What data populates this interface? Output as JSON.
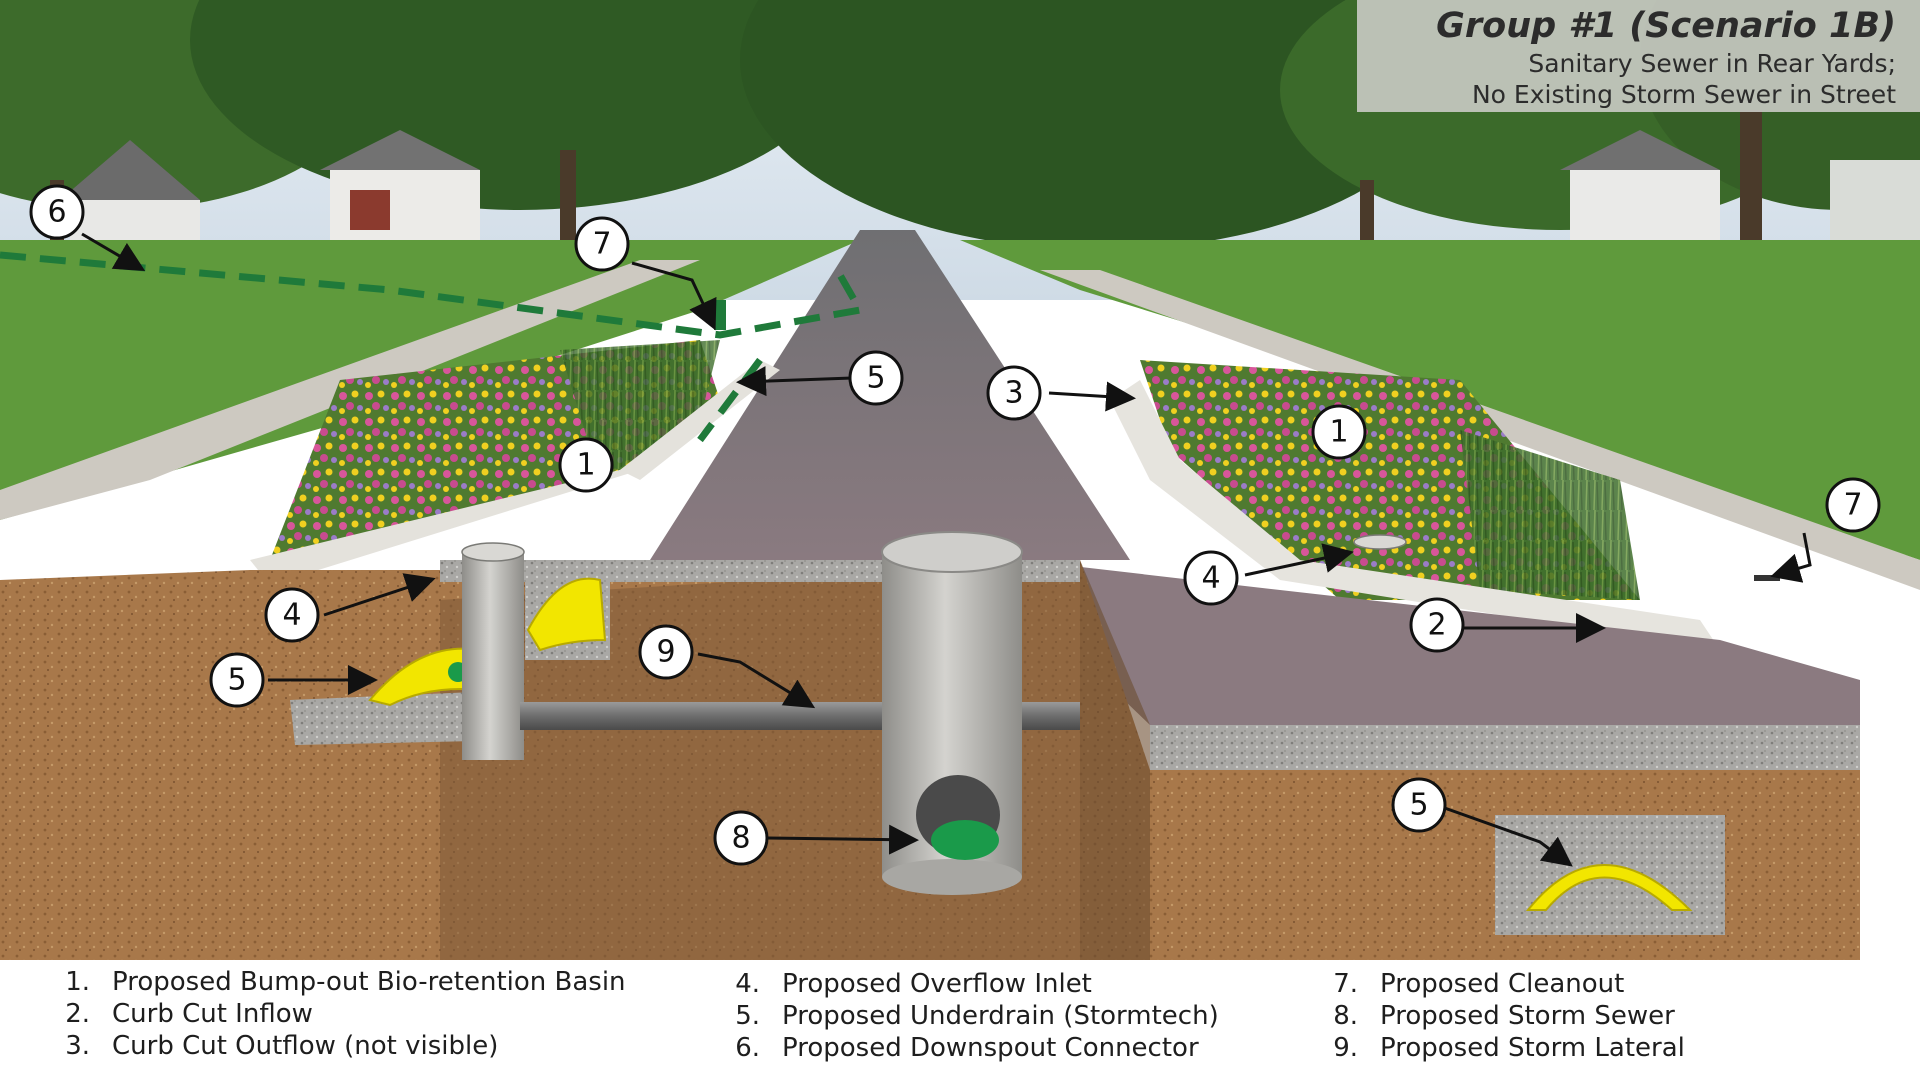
{
  "title": {
    "main": "Group #1 (Scenario 1B)",
    "line1": "Sanitary Sewer in Rear Yards;",
    "line2": "No Existing Storm Sewer in Street"
  },
  "legend": [
    {
      "num": "1.",
      "text": "Proposed Bump-out Bio-retention Basin"
    },
    {
      "num": "2.",
      "text": "Curb Cut Inflow"
    },
    {
      "num": "3.",
      "text": "Curb Cut Outflow (not visible)"
    },
    {
      "num": "4.",
      "text": "Proposed Overflow Inlet"
    },
    {
      "num": "5.",
      "text": "Proposed Underdrain (Stormtech)"
    },
    {
      "num": "6.",
      "text": "Proposed Downspout Connector"
    },
    {
      "num": "7.",
      "text": "Proposed Cleanout"
    },
    {
      "num": "8.",
      "text": "Proposed Storm Sewer"
    },
    {
      "num": "9.",
      "text": "Proposed Storm Lateral"
    }
  ],
  "callouts": [
    {
      "label": "1"
    },
    {
      "label": "1"
    },
    {
      "label": "2"
    },
    {
      "label": "3"
    },
    {
      "label": "4"
    },
    {
      "label": "4"
    },
    {
      "label": "5"
    },
    {
      "label": "5"
    },
    {
      "label": "5"
    },
    {
      "label": "6"
    },
    {
      "label": "7"
    },
    {
      "label": "7"
    },
    {
      "label": "8"
    },
    {
      "label": "9"
    }
  ],
  "colors": {
    "sky": "#dfe9f2",
    "tree_canopy": "#2f5a24",
    "lawn": "#5f9a3c",
    "sidewalk": "#c9c5bd",
    "road": "#8a7c80",
    "curb": "#e8e6e0",
    "soil": "#a9784a",
    "gravel": "#a7a6a3",
    "concrete_pipe": "#bdbcb8",
    "storm_sewer": "#1a9a4a",
    "underdrain": "#f2e600",
    "downspout_line": "#1f7a3a",
    "flowers_pink": "#d8569a",
    "flowers_yellow": "#f0d020",
    "grass_tall": "#3f6e2c",
    "title_box": "#cdcdc8"
  }
}
